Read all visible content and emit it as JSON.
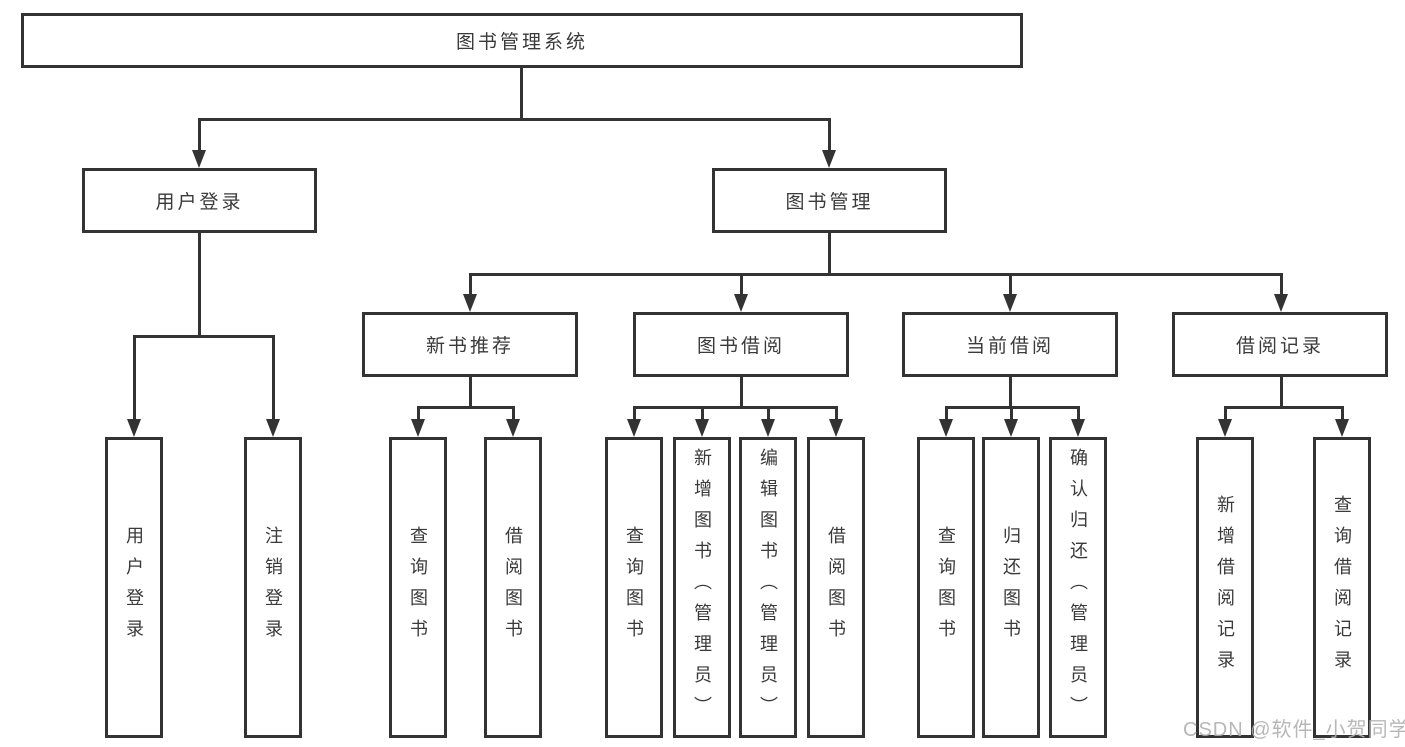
{
  "diagram": {
    "root_label": "图书管理系统",
    "level2": {
      "user_login": "用户登录",
      "book_management": "图书管理"
    },
    "level3": {
      "new_book_recommend": "新书推荐",
      "book_borrow": "图书借阅",
      "current_borrow": "当前借阅",
      "borrow_records": "借阅记录"
    },
    "leaves": {
      "user_login": [
        "用户登录",
        "注销登录"
      ],
      "new_book_recommend": [
        "查询图书",
        "借阅图书"
      ],
      "book_borrow": [
        "查询图书",
        "新增图书（管理员）",
        "编辑图书（管理员）",
        "借阅图书"
      ],
      "current_borrow": [
        "查询图书",
        "归还图书",
        "确认归还（管理员）"
      ],
      "borrow_records": [
        "新增借阅记录",
        "查询借阅记录"
      ]
    }
  },
  "watermark": "CSDN @软件_小贺同学",
  "colors": {
    "line": "#333333",
    "text": "#3a3a3a",
    "background": "#ffffff",
    "watermark": "#b0b0b0"
  }
}
